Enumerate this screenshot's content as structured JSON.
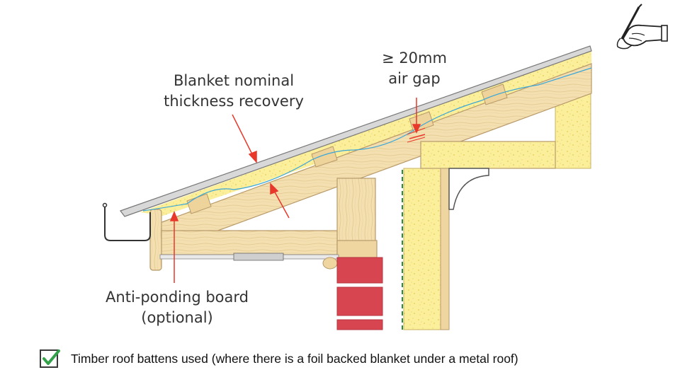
{
  "labels": {
    "blanket_line1": "Blanket nominal",
    "blanket_line2": "thickness recovery",
    "airgap_line1": "≥ 20mm",
    "airgap_line2": "air gap",
    "board_line1": "Anti-ponding board",
    "board_line2": "(optional)"
  },
  "caption": {
    "checked": true,
    "text": "Timber roof battens used (where there is a foil backed blanket under a metal roof)"
  },
  "icons": {
    "corner": "hand-writing-icon",
    "check": "check-icon"
  },
  "colors": {
    "timber": "#f3dfb0",
    "timber_edge": "#b89a6a",
    "insulation": "#fbef9c",
    "insulation_dot": "#e3cc55",
    "brick": "#d64550",
    "arrow": "#e8382b",
    "foil": "#3aa6d8",
    "membrane": "#2e8b3e",
    "check": "#33a04a"
  }
}
